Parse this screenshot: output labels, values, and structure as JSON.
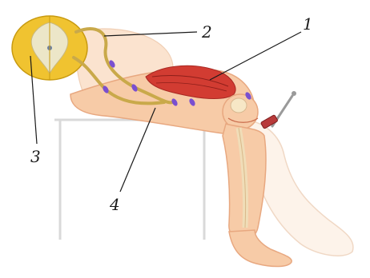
{
  "labels": {
    "l1": "1",
    "l2": "2",
    "l3": "3",
    "l4": "4"
  },
  "colors": {
    "skin": "#f4c5a0",
    "skin_light": "#fae3cf",
    "skin_outline": "#e8a880",
    "spinal_cord": "#f0c330",
    "grey_matter": "#e8e4c8",
    "nerve": "#c9a94a",
    "muscle": "#cc3030",
    "bone": "#f7e7c6",
    "chair": "#d8d8d8",
    "hammer": "#9a9a9a",
    "hammer_head": "#b83a3a",
    "impulse": "#7a4fd0",
    "leader": "#1a1a1a"
  }
}
